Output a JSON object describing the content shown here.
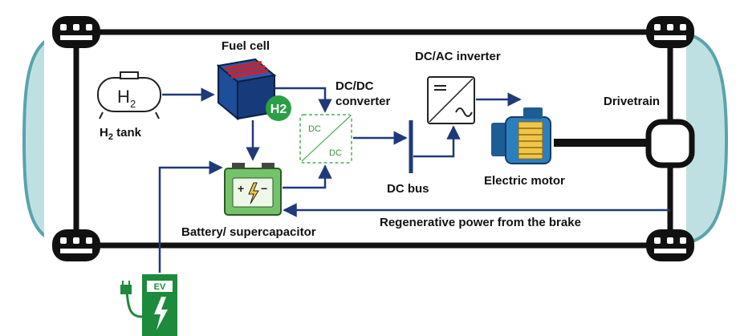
{
  "labels": {
    "fuel_cell": "Fuel cell",
    "h2_badge": "H2",
    "h2_tank_glyph": "H",
    "h2_tank_sub": "2",
    "h2_tank_label": "H",
    "h2_tank_label_sub": "2",
    "h2_tank_label_rest": " tank",
    "dcdc_title_1": "DC/DC",
    "dcdc_title_2": "converter",
    "dcdc_in": "DC",
    "dcdc_out": "DC",
    "inverter": "DC/AC inverter",
    "drivetrain": "Drivetrain",
    "dc_bus": "DC bus",
    "electric_motor": "Electric motor",
    "battery": "Battery/ supercapacitor",
    "battery_plus": "+",
    "battery_minus": "−",
    "regen": "Regenerative power from the brake",
    "ev": "EV"
  },
  "colors": {
    "flow_arrow": "#1f3a7a",
    "chassis": "#111111",
    "body_shell": "#5aa3ad",
    "battery_green": "#74c26a",
    "fuel_cell_blue": "#1e4d99",
    "fuel_cell_red": "#c8232c",
    "h2_badge": "#2aa045",
    "converter_green": "#4caf50",
    "motor_blue": "#2c7fbf",
    "motor_gold": "#f0c64a",
    "ev_green": "#1d8a3c"
  },
  "icons": [
    "wheel-icon",
    "h2-tank-icon",
    "fuel-cell-icon",
    "dc-dc-converter-icon",
    "inverter-icon",
    "electric-motor-icon",
    "battery-icon",
    "ev-charger-icon",
    "drivetrain-icon"
  ]
}
